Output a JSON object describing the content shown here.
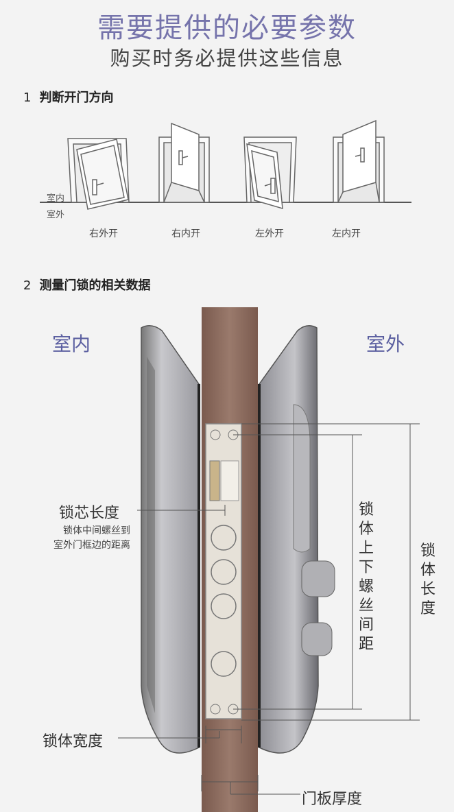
{
  "header": {
    "title": "需要提供的必要参数",
    "subtitle": "购买时务必提供这些信息"
  },
  "section1": {
    "number": "1",
    "title": "判断开门方向",
    "side_labels": {
      "inside": "室内",
      "outside": "室外"
    },
    "doors": [
      {
        "label": "右外开"
      },
      {
        "label": "右内开"
      },
      {
        "label": "左外开"
      },
      {
        "label": "左内开"
      }
    ]
  },
  "section2": {
    "number": "2",
    "title": "测量门锁的相关数据",
    "side_indoor": "室内",
    "side_outdoor": "室外",
    "measurements": {
      "core_length": "锁芯长度",
      "core_length_note_line1": "锁体中间螺丝到",
      "core_length_note_line2": "室外门框边的距离",
      "screw_spacing": "锁体上下螺丝间距",
      "body_length": "锁体长度",
      "body_width": "锁体宽度",
      "door_thickness": "门板厚度"
    }
  },
  "colors": {
    "accent": "#7573ab",
    "side_label": "#5b5fa0",
    "wood": "#8a6a5c",
    "lock_body": "#9c9ca3"
  }
}
